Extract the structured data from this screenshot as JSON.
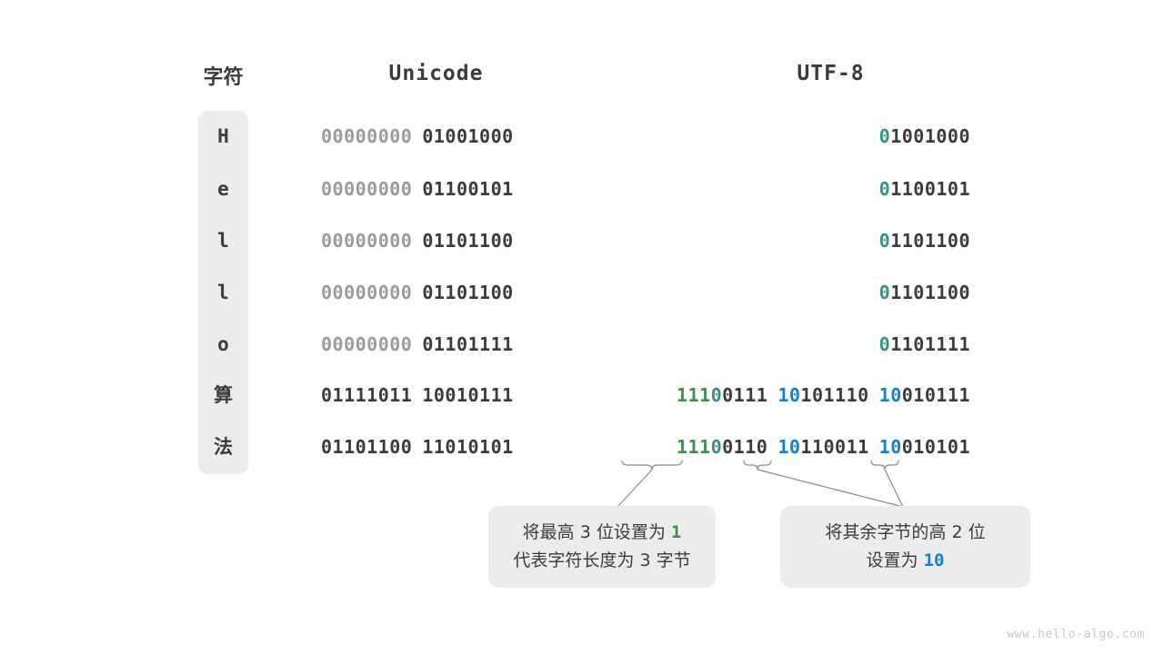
{
  "headers": {
    "character": "字符",
    "unicode": "Unicode",
    "utf8": "UTF-8"
  },
  "rows": [
    {
      "char": "H",
      "char_kind": "latin",
      "unicode": [
        {
          "text": "00000000",
          "color": "dim"
        },
        {
          "text": "01001000",
          "color": "dark"
        }
      ],
      "utf8": [
        {
          "text": "0",
          "color": "teal"
        },
        {
          "text": "1001000",
          "color": "dark"
        }
      ]
    },
    {
      "char": "e",
      "char_kind": "latin",
      "unicode": [
        {
          "text": "00000000",
          "color": "dim"
        },
        {
          "text": "01100101",
          "color": "dark"
        }
      ],
      "utf8": [
        {
          "text": "0",
          "color": "teal"
        },
        {
          "text": "1100101",
          "color": "dark"
        }
      ]
    },
    {
      "char": "l",
      "char_kind": "latin",
      "unicode": [
        {
          "text": "00000000",
          "color": "dim"
        },
        {
          "text": "01101100",
          "color": "dark"
        }
      ],
      "utf8": [
        {
          "text": "0",
          "color": "teal"
        },
        {
          "text": "1101100",
          "color": "dark"
        }
      ]
    },
    {
      "char": "l",
      "char_kind": "latin",
      "unicode": [
        {
          "text": "00000000",
          "color": "dim"
        },
        {
          "text": "01101100",
          "color": "dark"
        }
      ],
      "utf8": [
        {
          "text": "0",
          "color": "teal"
        },
        {
          "text": "1101100",
          "color": "dark"
        }
      ]
    },
    {
      "char": "o",
      "char_kind": "latin",
      "unicode": [
        {
          "text": "00000000",
          "color": "dim"
        },
        {
          "text": "01101111",
          "color": "dark"
        }
      ],
      "utf8": [
        {
          "text": "0",
          "color": "teal"
        },
        {
          "text": "1101111",
          "color": "dark"
        }
      ]
    },
    {
      "char": "算",
      "char_kind": "cjk",
      "unicode": [
        {
          "text": "01111011",
          "color": "dark"
        },
        {
          "text": "10010111",
          "color": "dark"
        }
      ],
      "utf8": [
        {
          "text": "111",
          "color": "green"
        },
        {
          "text": "0",
          "color": "teal"
        },
        {
          "text": "0111",
          "color": "dark"
        },
        {
          "text": "10",
          "color": "blue"
        },
        {
          "text": "101110",
          "color": "dark"
        },
        {
          "text": "10",
          "color": "blue"
        },
        {
          "text": "010111",
          "color": "dark"
        }
      ]
    },
    {
      "char": "法",
      "char_kind": "cjk",
      "unicode": [
        {
          "text": "01101100",
          "color": "dark"
        },
        {
          "text": "11010101",
          "color": "dark"
        }
      ],
      "utf8": [
        {
          "text": "111",
          "color": "green"
        },
        {
          "text": "0",
          "color": "teal"
        },
        {
          "text": "0110",
          "color": "dark"
        },
        {
          "text": "10",
          "color": "blue"
        },
        {
          "text": "110011",
          "color": "dark"
        },
        {
          "text": "10",
          "color": "blue"
        },
        {
          "text": "010101",
          "color": "dark"
        }
      ]
    }
  ],
  "notes": [
    {
      "id": "note-1",
      "lines": [
        [
          {
            "text": "将最高 3 位设置为 ",
            "color": "dark"
          },
          {
            "text": "1",
            "color": "green",
            "mono": true
          }
        ],
        [
          {
            "text": "代表字符长度为 3 字节",
            "color": "dark"
          }
        ]
      ]
    },
    {
      "id": "note-2",
      "lines": [
        [
          {
            "text": "将其余字节的高 2 位",
            "color": "dark"
          }
        ],
        [
          {
            "text": "设置为 ",
            "color": "dark"
          },
          {
            "text": "10",
            "color": "blue",
            "mono": true
          }
        ]
      ]
    }
  ],
  "colors": {
    "dim": "#9b9b9b",
    "dark": "#3b3b3b",
    "green": "#3f8f4d",
    "teal": "#389189",
    "blue": "#1383c6",
    "panel": "#ececec",
    "stroke": "#8a8a8a",
    "watermark": "#c8c8c8"
  },
  "watermark": "www.hello-algo.com"
}
